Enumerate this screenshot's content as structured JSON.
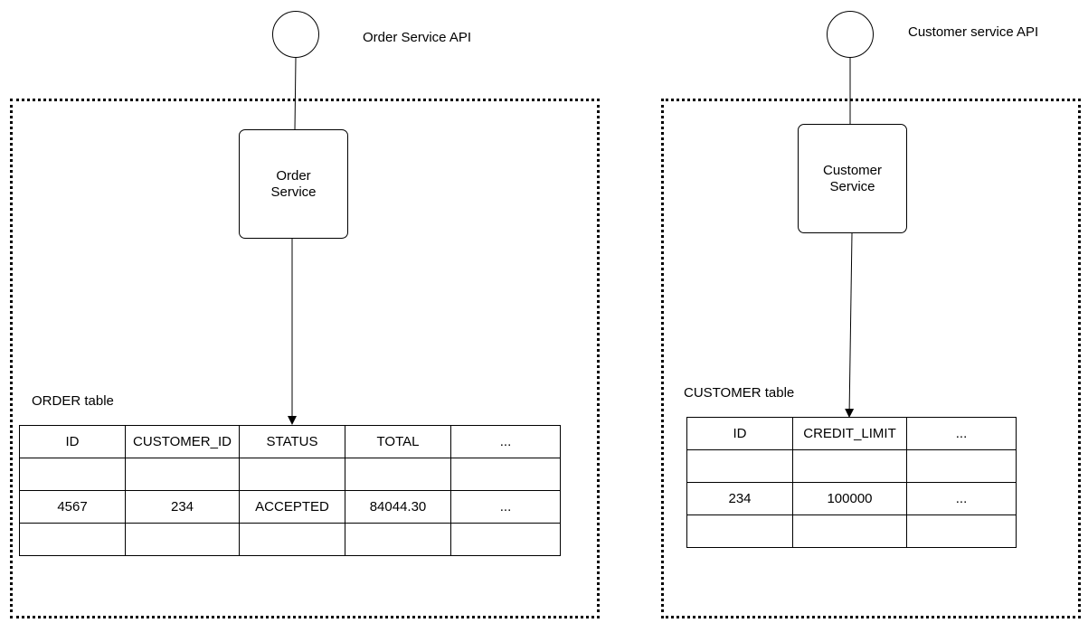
{
  "order_side": {
    "api_label": "Order Service API",
    "service_lines": [
      "Order",
      "Service"
    ],
    "table_label": "ORDER table",
    "table": {
      "header": [
        "ID",
        "CUSTOMER_ID",
        "STATUS",
        "TOTAL",
        "..."
      ],
      "rows": [
        [
          "",
          "",
          "",
          "",
          ""
        ],
        [
          "4567",
          "234",
          "ACCEPTED",
          "84044.30",
          "..."
        ],
        [
          "",
          "",
          "",
          "",
          ""
        ]
      ]
    }
  },
  "customer_side": {
    "api_label": "Customer service API",
    "service_lines": [
      "Customer",
      "Service"
    ],
    "table_label": "CUSTOMER table",
    "table": {
      "header": [
        "ID",
        "CREDIT_LIMIT",
        "..."
      ],
      "rows": [
        [
          "",
          "",
          ""
        ],
        [
          "234",
          "100000",
          "..."
        ],
        [
          "",
          "",
          ""
        ]
      ]
    }
  }
}
